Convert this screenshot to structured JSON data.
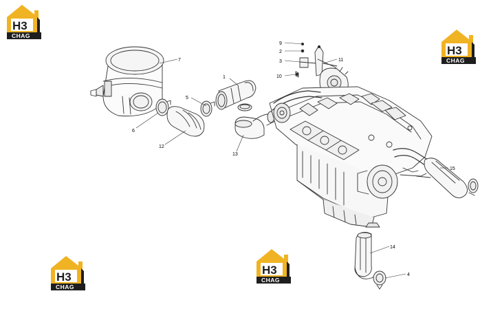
{
  "diagram": {
    "callouts": [
      {
        "id": "c1",
        "label": "1"
      },
      {
        "id": "c2",
        "label": "2"
      },
      {
        "id": "c3",
        "label": "3"
      },
      {
        "id": "c4",
        "label": "4"
      },
      {
        "id": "c5",
        "label": "5"
      },
      {
        "id": "c6",
        "label": "6"
      },
      {
        "id": "c7",
        "label": "7"
      },
      {
        "id": "c9",
        "label": "9"
      },
      {
        "id": "c10",
        "label": "10"
      },
      {
        "id": "c11",
        "label": "11"
      },
      {
        "id": "c12",
        "label": "12"
      },
      {
        "id": "c13",
        "label": "13"
      },
      {
        "id": "c14",
        "label": "14"
      },
      {
        "id": "c15",
        "label": "15"
      }
    ]
  },
  "watermark": {
    "letters": "H3",
    "band_text": "CHAG",
    "colors": {
      "house": "#f0b323",
      "band": "#1e1e1e",
      "letters": "#1e1e1e"
    }
  }
}
